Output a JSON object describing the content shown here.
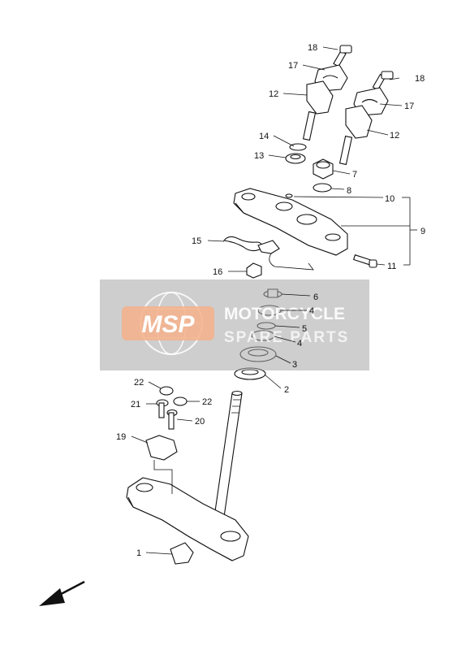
{
  "watermark": {
    "logo_text": "MSP",
    "line1": "MOTORCYCLE",
    "line2": "SPARE PARTS",
    "panel_color": "#a6a6a6",
    "logo_color": "#f4b08a"
  },
  "callouts": {
    "c1": "1",
    "c2": "2",
    "c3": "3",
    "c4a": "4",
    "c4b": "4",
    "c5": "5",
    "c6": "6",
    "c7": "7",
    "c8": "8",
    "c9": "9",
    "c10": "10",
    "c11": "11",
    "c12a": "12",
    "c12b": "12",
    "c13": "13",
    "c14": "14",
    "c15": "15",
    "c16": "16",
    "c17a": "17",
    "c17b": "17",
    "c18a": "18",
    "c18b": "18",
    "c19": "19",
    "c20": "20",
    "c21": "21",
    "c22a": "22",
    "c22b": "22"
  },
  "orientation": {
    "icon": "front-direction-arrow-icon"
  }
}
